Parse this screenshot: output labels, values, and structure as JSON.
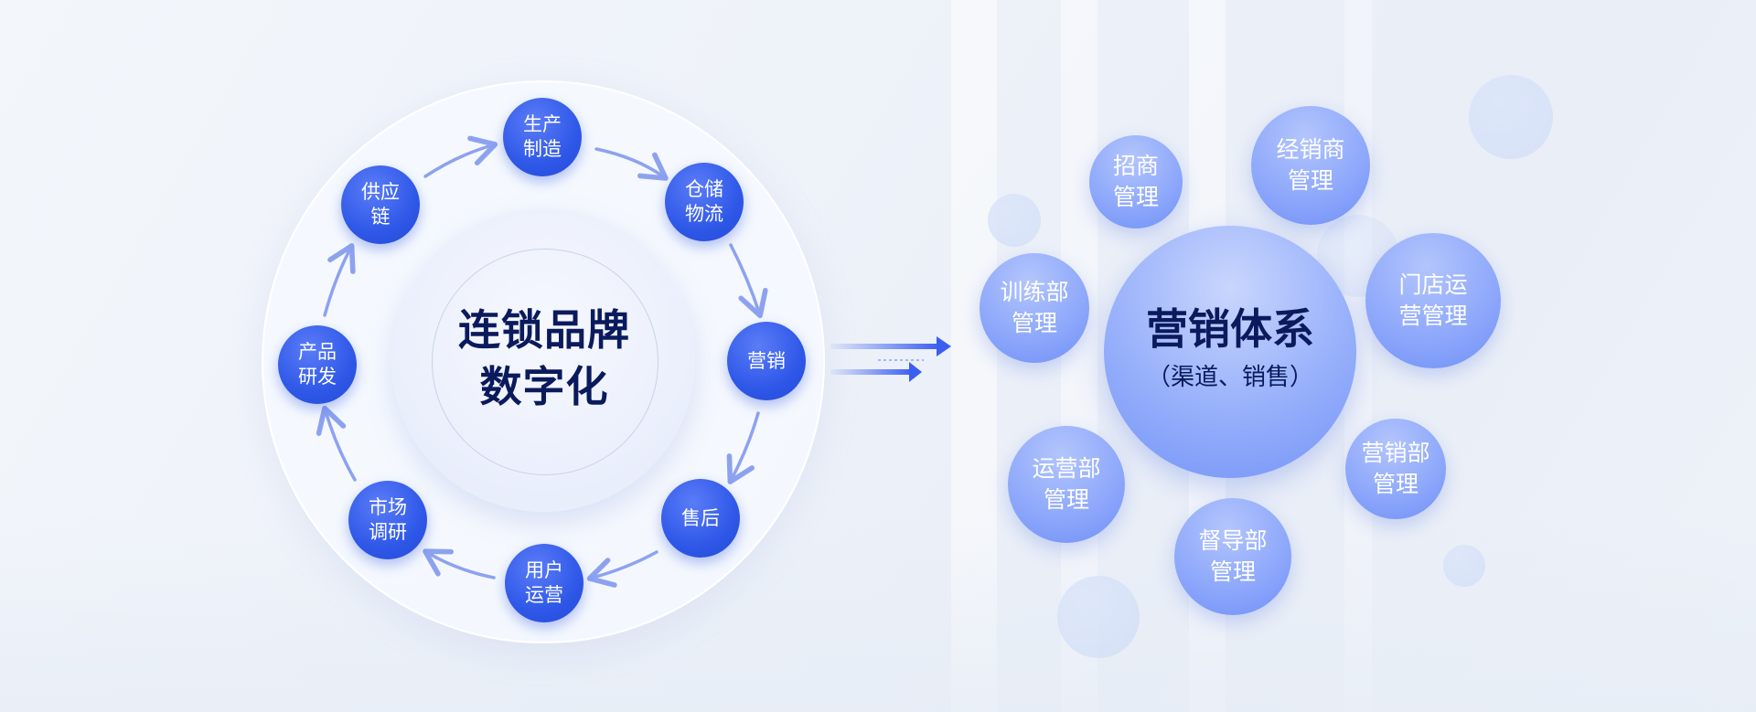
{
  "hub": {
    "title_line1": "连锁品牌",
    "title_line2": "数字化"
  },
  "cycle_nodes": [
    {
      "line1": "生产",
      "line2": "制造"
    },
    {
      "line1": "仓储",
      "line2": "物流"
    },
    {
      "line1": "营销",
      "line2": ""
    },
    {
      "line1": "售后",
      "line2": ""
    },
    {
      "line1": "用户",
      "line2": "运营"
    },
    {
      "line1": "市场",
      "line2": "调研"
    },
    {
      "line1": "产品",
      "line2": "研发"
    },
    {
      "line1": "供应",
      "line2": "链"
    }
  ],
  "system": {
    "title": "营销体系",
    "subtitle": "（渠道、销售）",
    "satellites": [
      {
        "line1": "招商",
        "line2": "管理"
      },
      {
        "line1": "经销商",
        "line2": "管理"
      },
      {
        "line1": "门店运",
        "line2": "营管理"
      },
      {
        "line1": "营销部",
        "line2": "管理"
      },
      {
        "line1": "督导部",
        "line2": "管理"
      },
      {
        "line1": "运营部",
        "line2": "管理"
      },
      {
        "line1": "训练部",
        "line2": "管理"
      }
    ]
  },
  "colors": {
    "node_blue": "#2f58e8",
    "arrow_blue": "#8da2ef",
    "title_navy": "#0a1a5c",
    "bubble_light": "#8fa9fb"
  }
}
